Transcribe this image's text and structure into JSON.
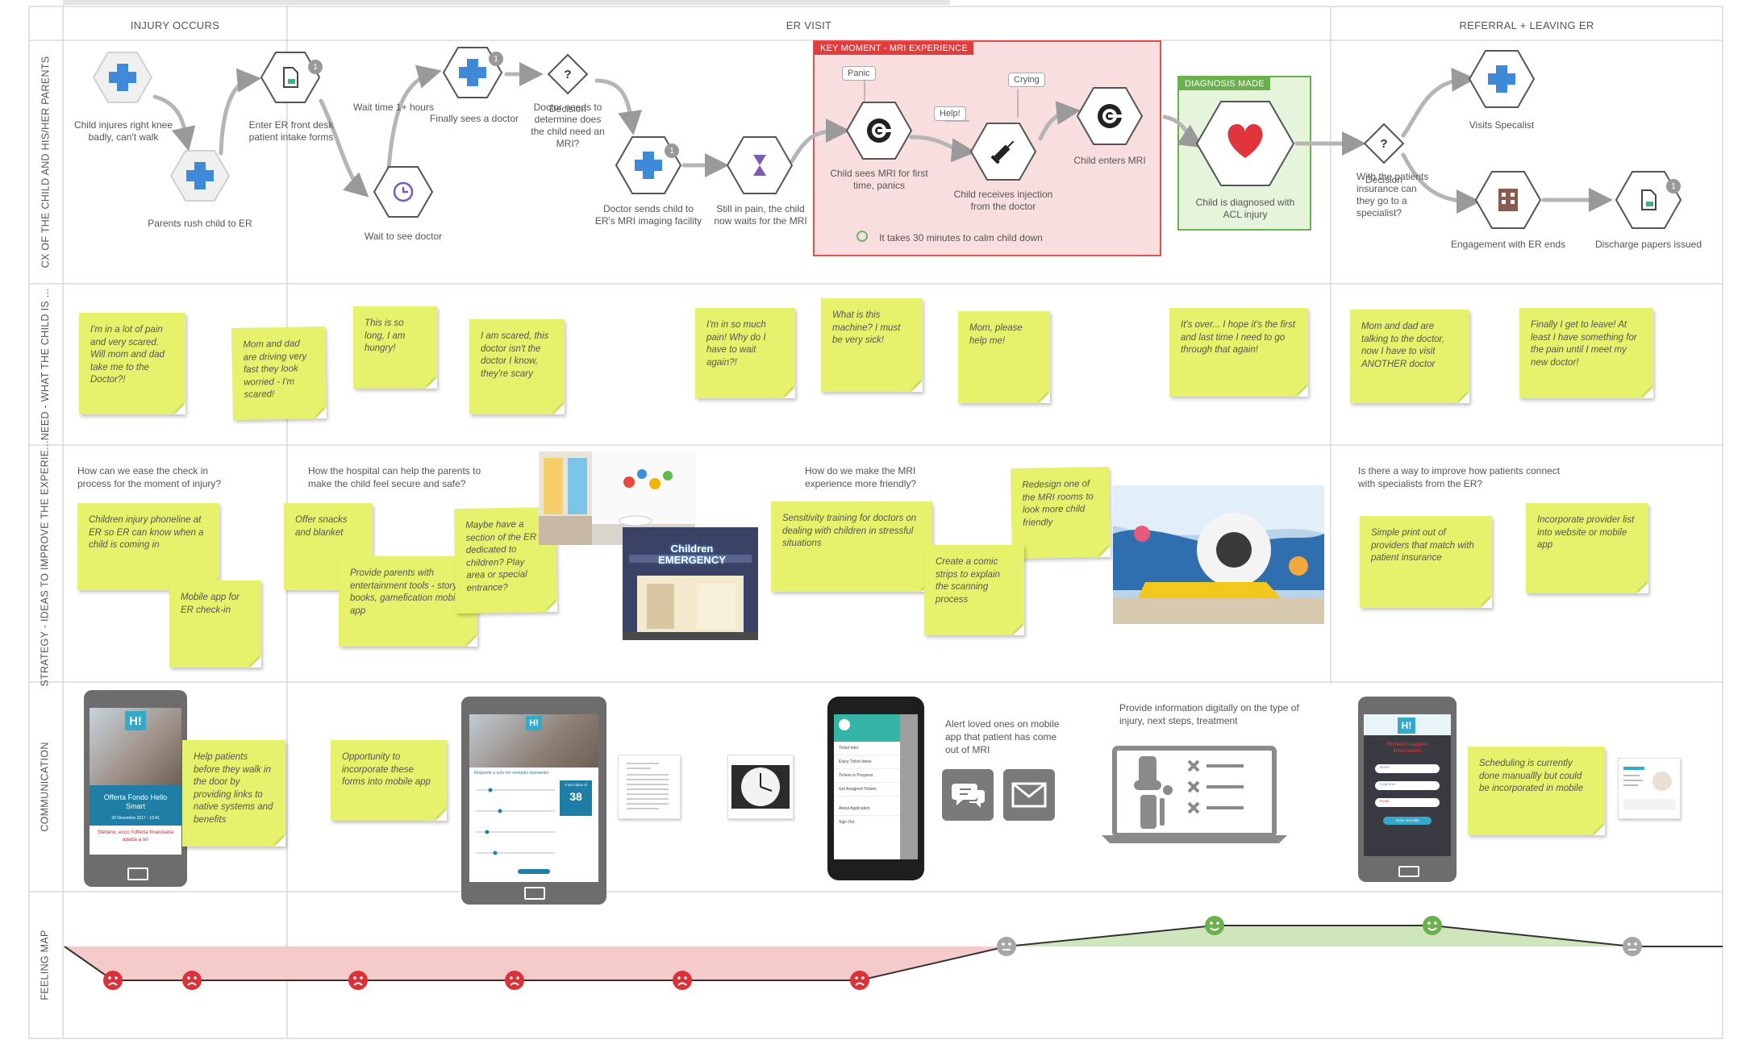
{
  "phases": [
    "INJURY OCCURS",
    "ER VISIT",
    "REFERRAL + LEAVING ER"
  ],
  "rows": [
    "CX OF THE CHILD AND HIS/HER PARENTS",
    "NEED - WHAT THE CHILD IS ...",
    "STRATEGY - IDEAS TO IMPROVE THE EXPERIE...",
    "COMMUNICATION",
    "FEELING MAP"
  ],
  "journey": {
    "steps": [
      "Child injures right knee badly, can't walk",
      "Parents rush child to ER",
      "Enter ER front desk patient intake forms",
      "Wait to see doctor",
      "Finally sees a doctor",
      "Doctor needs to determine does the child need an MRI?",
      "Doctor sends child to ER's MRI imaging facility",
      "Still in pain, the child now waits for the MRI",
      "Child sees MRI for first time, panics",
      "Child receives injection from the doctor",
      "Child enters MRI",
      "Child is diagnosed with ACL injury",
      "With the patients insurance can they go to a specialist?",
      "Visits Specalist",
      "Engagement with ER ends",
      "Discharge papers issued"
    ],
    "connector_wait": "Wait time 1+ hours",
    "decision_word": "Decision",
    "decision_symbol": "?",
    "badge": "1",
    "key_moment_label": "KEY MOMENT - MRI EXPERIENCE",
    "key_moment_note": "It takes 30 minutes to calm child down",
    "diagnosis_label": "DIAGNOSIS MADE",
    "emotion_tags": [
      "Panic",
      "Help!",
      "Crying"
    ]
  },
  "needs": [
    "I'm in a lot of pain and very scared. Will mom and dad take me to the Doctor?!",
    "Mom and dad are driving very fast they look worried - I'm scared!",
    "This is so long, I am hungry!",
    "I am scared, this doctor isn't the doctor I know, they're scary",
    "I'm in so much pain! Why do I have to wait again?!",
    "What is this machine? I must be very sick!",
    "Mom, please help me!",
    "It's over... I hope it's the first and last time I need to go through that again!",
    "Mom and dad are talking to the doctor, now I have to visit ANOTHER doctor",
    "Finally I get to leave! At least I have something for the pain until I meet my new doctor!"
  ],
  "strategy": {
    "questions": [
      "How can we ease the check in process for the moment of injury?",
      "How the hospital can help the parents to make the child feel secure and safe?",
      "How do we make the MRI experience more friendly?",
      "Is there a way to improve how patients connect with specialists from the ER?"
    ],
    "ideas": [
      "Children injury phoneline at ER so ER can know when a child is coming in",
      "Mobile app for ER check-in",
      "Offer snacks and blanket",
      "Provide parents with entertainment tools - story books, gamefication mobile app",
      "Maybe have a section of the ER dedicated to children? Play area or special entrance?",
      "Sensitivity training for doctors on dealing with children in stressful situations",
      "Redesign one of the MRI rooms to look more child friendly",
      "Create a comic strips to explain the scanning process",
      "Simple print out of providers that match with patient insurance",
      "Incorporate provider list into website or mobile app"
    ],
    "er_sign": "Children EMERGENCY"
  },
  "communication": {
    "notes": [
      "Help patients before they walk in the door by providing links to native systems and benefits",
      "Opportunity to incorporate these forms into mobile app",
      "Alert loved ones on mobile app that patient has come out of MRI",
      "Provide information digitally on the type of injury, next steps, treatment",
      "Scheduling is currently done manuallly but could be incorporated in mobile"
    ],
    "phone1": {
      "badge": "H!",
      "title": "Offerta Fondo Hello Smart",
      "date": "20 Novembre 2017 - 10:41",
      "greeting": "Stefano, ecco l'offerta finanziaria adatta a te!"
    },
    "tablet": {
      "badge": "H!",
      "heading": "Rispondi a solo tre semplici domande!",
      "score_label": "Il tuo indice di",
      "score": "38"
    },
    "android_menu": [
      "Ticket Intro",
      "Enjoy Ticket Ideas",
      "Tickets in Progress",
      "Get Assigned Tickets",
      "About Application",
      "Sign Out"
    ],
    "phone2": {
      "badge": "H!",
      "title": "Richiedi maggiori informazioni",
      "fields": [
        "Nome",
        "Cognome",
        "Email"
      ],
      "button": "Invia i tuoi dati"
    }
  },
  "colors": {
    "sticky": "#e7f26c",
    "key_moment": "#e33b3b",
    "diagnosis": "#6ab04c",
    "sad": "#d9323a",
    "happy": "#6ab04c",
    "neutral": "#a6a6a6",
    "hex_blue": "#3f8ad8"
  },
  "feeling": {
    "points": [
      {
        "mood": "sad"
      },
      {
        "mood": "sad"
      },
      {
        "mood": "sad"
      },
      {
        "mood": "sad"
      },
      {
        "mood": "sad"
      },
      {
        "mood": "sad"
      },
      {
        "mood": "neutral"
      },
      {
        "mood": "happy"
      },
      {
        "mood": "happy"
      },
      {
        "mood": "neutral"
      }
    ]
  }
}
